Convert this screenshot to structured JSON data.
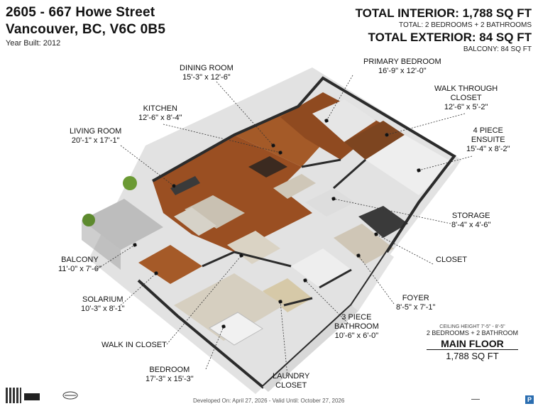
{
  "header": {
    "address_line1": "2605 - 667 Howe Street",
    "address_line2": "Vancouver, BC, V6C 0B5",
    "year_built": "Year Built: 2012",
    "total_interior": "TOTAL INTERIOR: 1,788 SQ FT",
    "total_breakdown": "TOTAL: 2 BEDROOMS  + 2 BATHROOMS",
    "total_exterior": "TOTAL EXTERIOR: 84 SQ FT",
    "balcony_sqft": "BALCONY: 84 SQ FT"
  },
  "rooms": {
    "dining": {
      "name": "DINING ROOM",
      "dims": "15'-3\" x 12'-6\""
    },
    "primary_bedroom": {
      "name": "PRIMARY BEDROOM",
      "dims": "16'-9\" x 12'-0\""
    },
    "walk_through_closet": {
      "name": "WALK THROUGH",
      "name2": "CLOSET",
      "dims": "12'-6\" x 5'-2\""
    },
    "kitchen": {
      "name": "KITCHEN",
      "dims": "12'-6\" x 8'-4\""
    },
    "living": {
      "name": "LIVING ROOM",
      "dims": "20'-1\" x 17'-1\""
    },
    "ensuite": {
      "name": "4 PIECE",
      "name2": "ENSUITE",
      "dims": "15'-4\" x 8'-2\""
    },
    "storage": {
      "name": "STORAGE",
      "dims": "8'-4\" x 4'-6\""
    },
    "balcony": {
      "name": "BALCONY",
      "dims": "11'-0\" x 7'-6\""
    },
    "closet": {
      "name": "CLOSET"
    },
    "solarium": {
      "name": "SOLARIUM",
      "dims": "10'-3\" x 8'-1\""
    },
    "foyer": {
      "name": "FOYER",
      "dims": "8'-5\" x 7'-1\""
    },
    "bathroom": {
      "name": "3 PIECE",
      "name2": "BATHROOM",
      "dims": "10'-6\" x 6'-0\""
    },
    "walk_in_closet": {
      "name": "WALK IN CLOSET"
    },
    "bedroom": {
      "name": "BEDROOM",
      "dims": "17'-3\" x 15'-3\""
    },
    "laundry": {
      "name": "LAUNDRY",
      "name2": "CLOSET"
    }
  },
  "legend": {
    "ceiling": "CEILING HEIGHT 7'-5\" - 8'-5\"",
    "summary": "2 BEDROOMS + 2 BATHROOM",
    "floor_name": "MAIN FLOOR",
    "floor_sqft": "1,788 SQ FT"
  },
  "footer": {
    "developed": "Developed On: April 27, 2026 - Valid Until: October 27, 2026"
  },
  "colors": {
    "wood_floor": "#9a4f22",
    "wall_top": "#2a2a2a",
    "wall_side": "#dcdcdc",
    "carpet": "#d9d2c4",
    "tile": "#e9e9e9",
    "deck": "#b9b9b9"
  }
}
